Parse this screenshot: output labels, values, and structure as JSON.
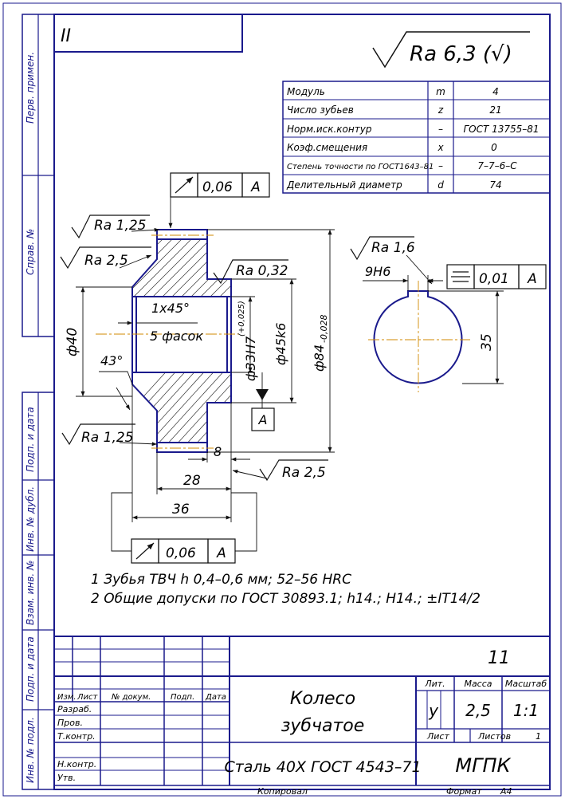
{
  "sheet": {
    "corner_code": "ІІ",
    "roughness_general": "Ra 6,3 (√)",
    "side_labels": [
      "Перв. примен.",
      "Справ. №",
      "Подп. и дата",
      "Инв. № дубл.",
      "Взам. инв. №",
      "Подп. и дата",
      "Инв. № подл."
    ]
  },
  "params": [
    {
      "name": "Модуль",
      "symbol": "m",
      "value": "4"
    },
    {
      "name": "Число зубьев",
      "symbol": "z",
      "value": "21"
    },
    {
      "name": "Норм.иск.контур",
      "symbol": "–",
      "value": "ГОСТ 13755–81"
    },
    {
      "name": "Коэф.смещения",
      "symbol": "x",
      "value": "0"
    },
    {
      "name": "Степень точности по ГОСТ1643–81",
      "symbol": "–",
      "value": "7–7–6–С"
    },
    {
      "name": "Делительный диаметр",
      "symbol": "d",
      "value": "74"
    }
  ],
  "drawing": {
    "runout_top": {
      "tolerance": "0,06",
      "datum": "А"
    },
    "runout_bottom": {
      "tolerance": "0,06",
      "datum": "А"
    },
    "ra_125_top": "Ra 1,25",
    "ra_25_top": "Ra 2,5",
    "ra_032": "Ra 0,32",
    "ra_125_bottom": "Ra 1,25",
    "ra_25_bottom": "Ra 2,5",
    "chamfer": "1x45°",
    "chamfers_count": "5 фасок",
    "angle": "43°",
    "dia_40": "ф40",
    "dia_33": "ф33Н7",
    "dia_33_tol": "(+0,025)",
    "dia_45": "ф45k6",
    "dia_84": "ф84",
    "dia_84_tol": "-0,028",
    "dim_8": "8",
    "dim_28": "28",
    "dim_36": "36",
    "datum_box": "А",
    "ra_16": "Ra 1,6",
    "keyway_fit": "9Н6",
    "symmetry": {
      "tolerance": "0,01",
      "datum": "А"
    },
    "dim_35": "35"
  },
  "notes": [
    "1 Зубья ТВЧ h 0,4–0,6 мм; 52–56 HRC",
    "2 Общие допуски по ГОСТ 30893.1; h14.; H14.; ±IT14/2"
  ],
  "title_block": {
    "doc_number": "11",
    "part_name_1": "Колесо",
    "part_name_2": "зубчатое",
    "material": "Сталь 40Х ГОСТ 4543–71",
    "organization": "МГПК",
    "col_izm": "Изм.",
    "col_list": "Лист",
    "col_doc": "№ докум.",
    "col_sign": "Подп.",
    "col_date": "Дата",
    "row_razrab": "Разраб.",
    "row_prov": "Пров.",
    "row_tkontr": "Т.контр.",
    "row_nkontr": "Н.контр.",
    "row_utv": "Утв.",
    "lit_label": "Лит.",
    "mass_label": "Масса",
    "scale_label": "Масштаб",
    "lit_value": "у",
    "mass_value": "2,5",
    "scale_value": "1:1",
    "sheet_label": "Лист",
    "sheets_label": "Листов",
    "sheets_value": "1",
    "copied": "Копировал",
    "format_label": "Формат",
    "format_value": "А4"
  }
}
